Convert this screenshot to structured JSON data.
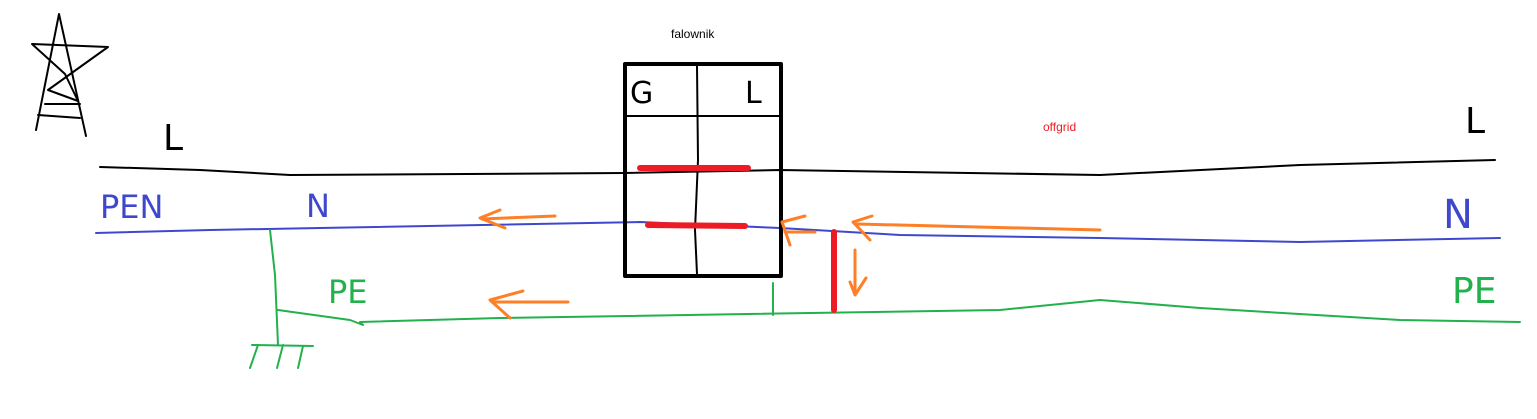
{
  "title": "falownik",
  "offgrid_label": "offgrid",
  "wires": {
    "line_left": "L",
    "line_right": "L",
    "pen": "PEN",
    "neutral_left": "N",
    "neutral_right": "N",
    "pe_left": "PE",
    "pe_right": "PE"
  },
  "inverter": {
    "grid_label": "G",
    "load_label": "L"
  },
  "colors": {
    "line": "#000000",
    "neutral": "#3f48cc",
    "earth": "#22b14c",
    "arrow": "#ff7f27",
    "bridge": "#ed1c24",
    "offgrid": "#ed1c24"
  }
}
